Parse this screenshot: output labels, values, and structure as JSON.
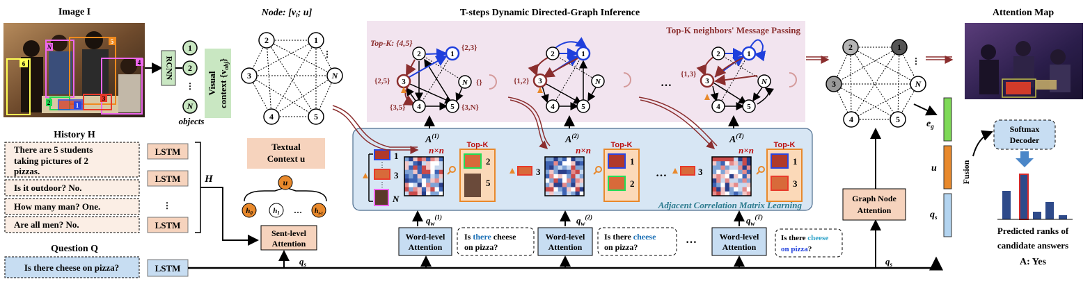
{
  "colors": {
    "accent_red": "#8B2E2E",
    "attention_blue": "#c7ddf2",
    "lstm_peach": "#f6d3bd",
    "adjacency_panel": "#d7e6f4",
    "message_panel": "#f2e4ef",
    "topk_orange": "#e8892c",
    "visual_green": "#c9e7c2"
  },
  "image_panel": {
    "title": "Image I",
    "boxes": [
      "6",
      "N",
      "5",
      "4",
      "2",
      "1",
      "3"
    ]
  },
  "rcnn": {
    "label": "RCNN",
    "objects_label": "objects"
  },
  "object_nodes": [
    "1",
    "2",
    "⋮",
    "N"
  ],
  "visual_context": {
    "line1": "Visual",
    "line2": "context {v",
    "sub": "obj",
    "close": "}"
  },
  "node_panel": {
    "title": "Node: [v",
    "sub": "i",
    "title_tail": "; u]",
    "nodes": [
      "2",
      "1",
      "3",
      "N",
      "4",
      "5"
    ]
  },
  "history": {
    "title": "History H",
    "entries": [
      "There are 5 students",
      "taking pictures of 2",
      "pizzas.",
      "Is it outdoor?  No.",
      "How many man?  One.",
      "⋮",
      "Are all men?  No."
    ],
    "lstm_label": "LSTM",
    "h_label": "H"
  },
  "question": {
    "title": "Question Q",
    "text": "Is there cheese on pizza?",
    "lstm_label": "LSTM"
  },
  "textual_context": {
    "line1": "Textual",
    "line2": "Context u"
  },
  "sent_attention": {
    "label_line1": "Sent-level",
    "label_line2": "Attention",
    "u_node": "u",
    "h_nodes": [
      "h",
      "h",
      "…",
      "h"
    ],
    "h_subs": [
      "0",
      "1",
      "",
      "t-1"
    ],
    "qs": "q"
  },
  "inference": {
    "title": "T-steps  Dynamic Directed-Graph Inference",
    "message_title": "Top-K neighbors' Message Passing",
    "topk_caption": "Top-K: {4,5}",
    "graph1_labels": [
      "{2,3}",
      "{2,5}",
      "{}",
      "{3,5}",
      "{3,N}"
    ],
    "graph2_labels": [
      "{1,2}"
    ],
    "graph3_labels": [
      "{1,3}"
    ],
    "dots": "…"
  },
  "adjacency": {
    "title": "Adjacent Correlation Matrix Learning",
    "a_labels": [
      "A",
      "A",
      "A"
    ],
    "a_sups": [
      "(1)",
      "(2)",
      "(T)"
    ],
    "nxn": "n×n",
    "topk": "Top-K",
    "step1_rows": [
      "1",
      "3",
      "N"
    ],
    "step1_topk": [
      "2",
      "5"
    ],
    "step2_row": "3",
    "step3_row": "3",
    "step3_topk": [
      "1",
      "2"
    ],
    "step3_topk2": [
      "1",
      "3"
    ],
    "dots": "…"
  },
  "word_attention": {
    "label_line1": "Word-level",
    "label_line2": "Attention",
    "qw": "q",
    "qw_sups": [
      "(1)",
      "(2)",
      "(T)"
    ],
    "questions": [
      {
        "pre": "Is ",
        "hl": "there",
        "post": " cheese",
        "line2": "on pizza?"
      },
      {
        "pre": "Is there ",
        "hl": "cheese",
        "post": "",
        "line2": "on pizza?"
      },
      {
        "pre": "Is there ",
        "hl": "cheese",
        "post": "",
        "line2_hl": "on pizza",
        "line2": "?"
      }
    ]
  },
  "output": {
    "graph_nodes": [
      "2",
      "1",
      "3",
      "N",
      "4",
      "5"
    ],
    "gna_line1": "Graph Node",
    "gna_line2": "Attention",
    "eg": "e",
    "u": "u",
    "qs": "q",
    "fusion": "Fusion",
    "decoder_line1": "Softmax",
    "decoder_line2": "Decoder",
    "attention_map": "Attention Map",
    "ranks_line1": "Predicted ranks of",
    "ranks_line2": "candidate answers",
    "answer": "A: Yes"
  }
}
